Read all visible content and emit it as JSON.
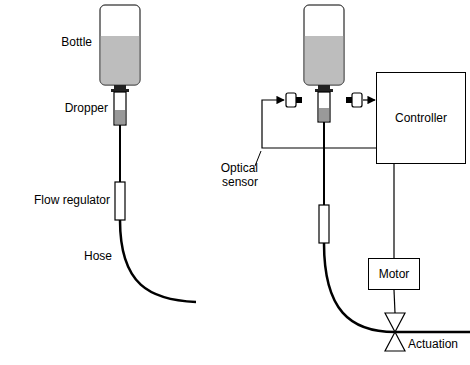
{
  "diagram": {
    "nodes": [
      {
        "text": [
          "Controller"
        ]
      },
      {
        "text": [
          "Motor"
        ]
      }
    ],
    "edges": [
      {
        "from": 0,
        "to": 1,
        "arrow": "none"
      }
    ],
    "labels": [
      "Bottle",
      "Dropper",
      "Flow regulator",
      "Hose",
      "Optical sensor",
      "Actuation"
    ]
  }
}
